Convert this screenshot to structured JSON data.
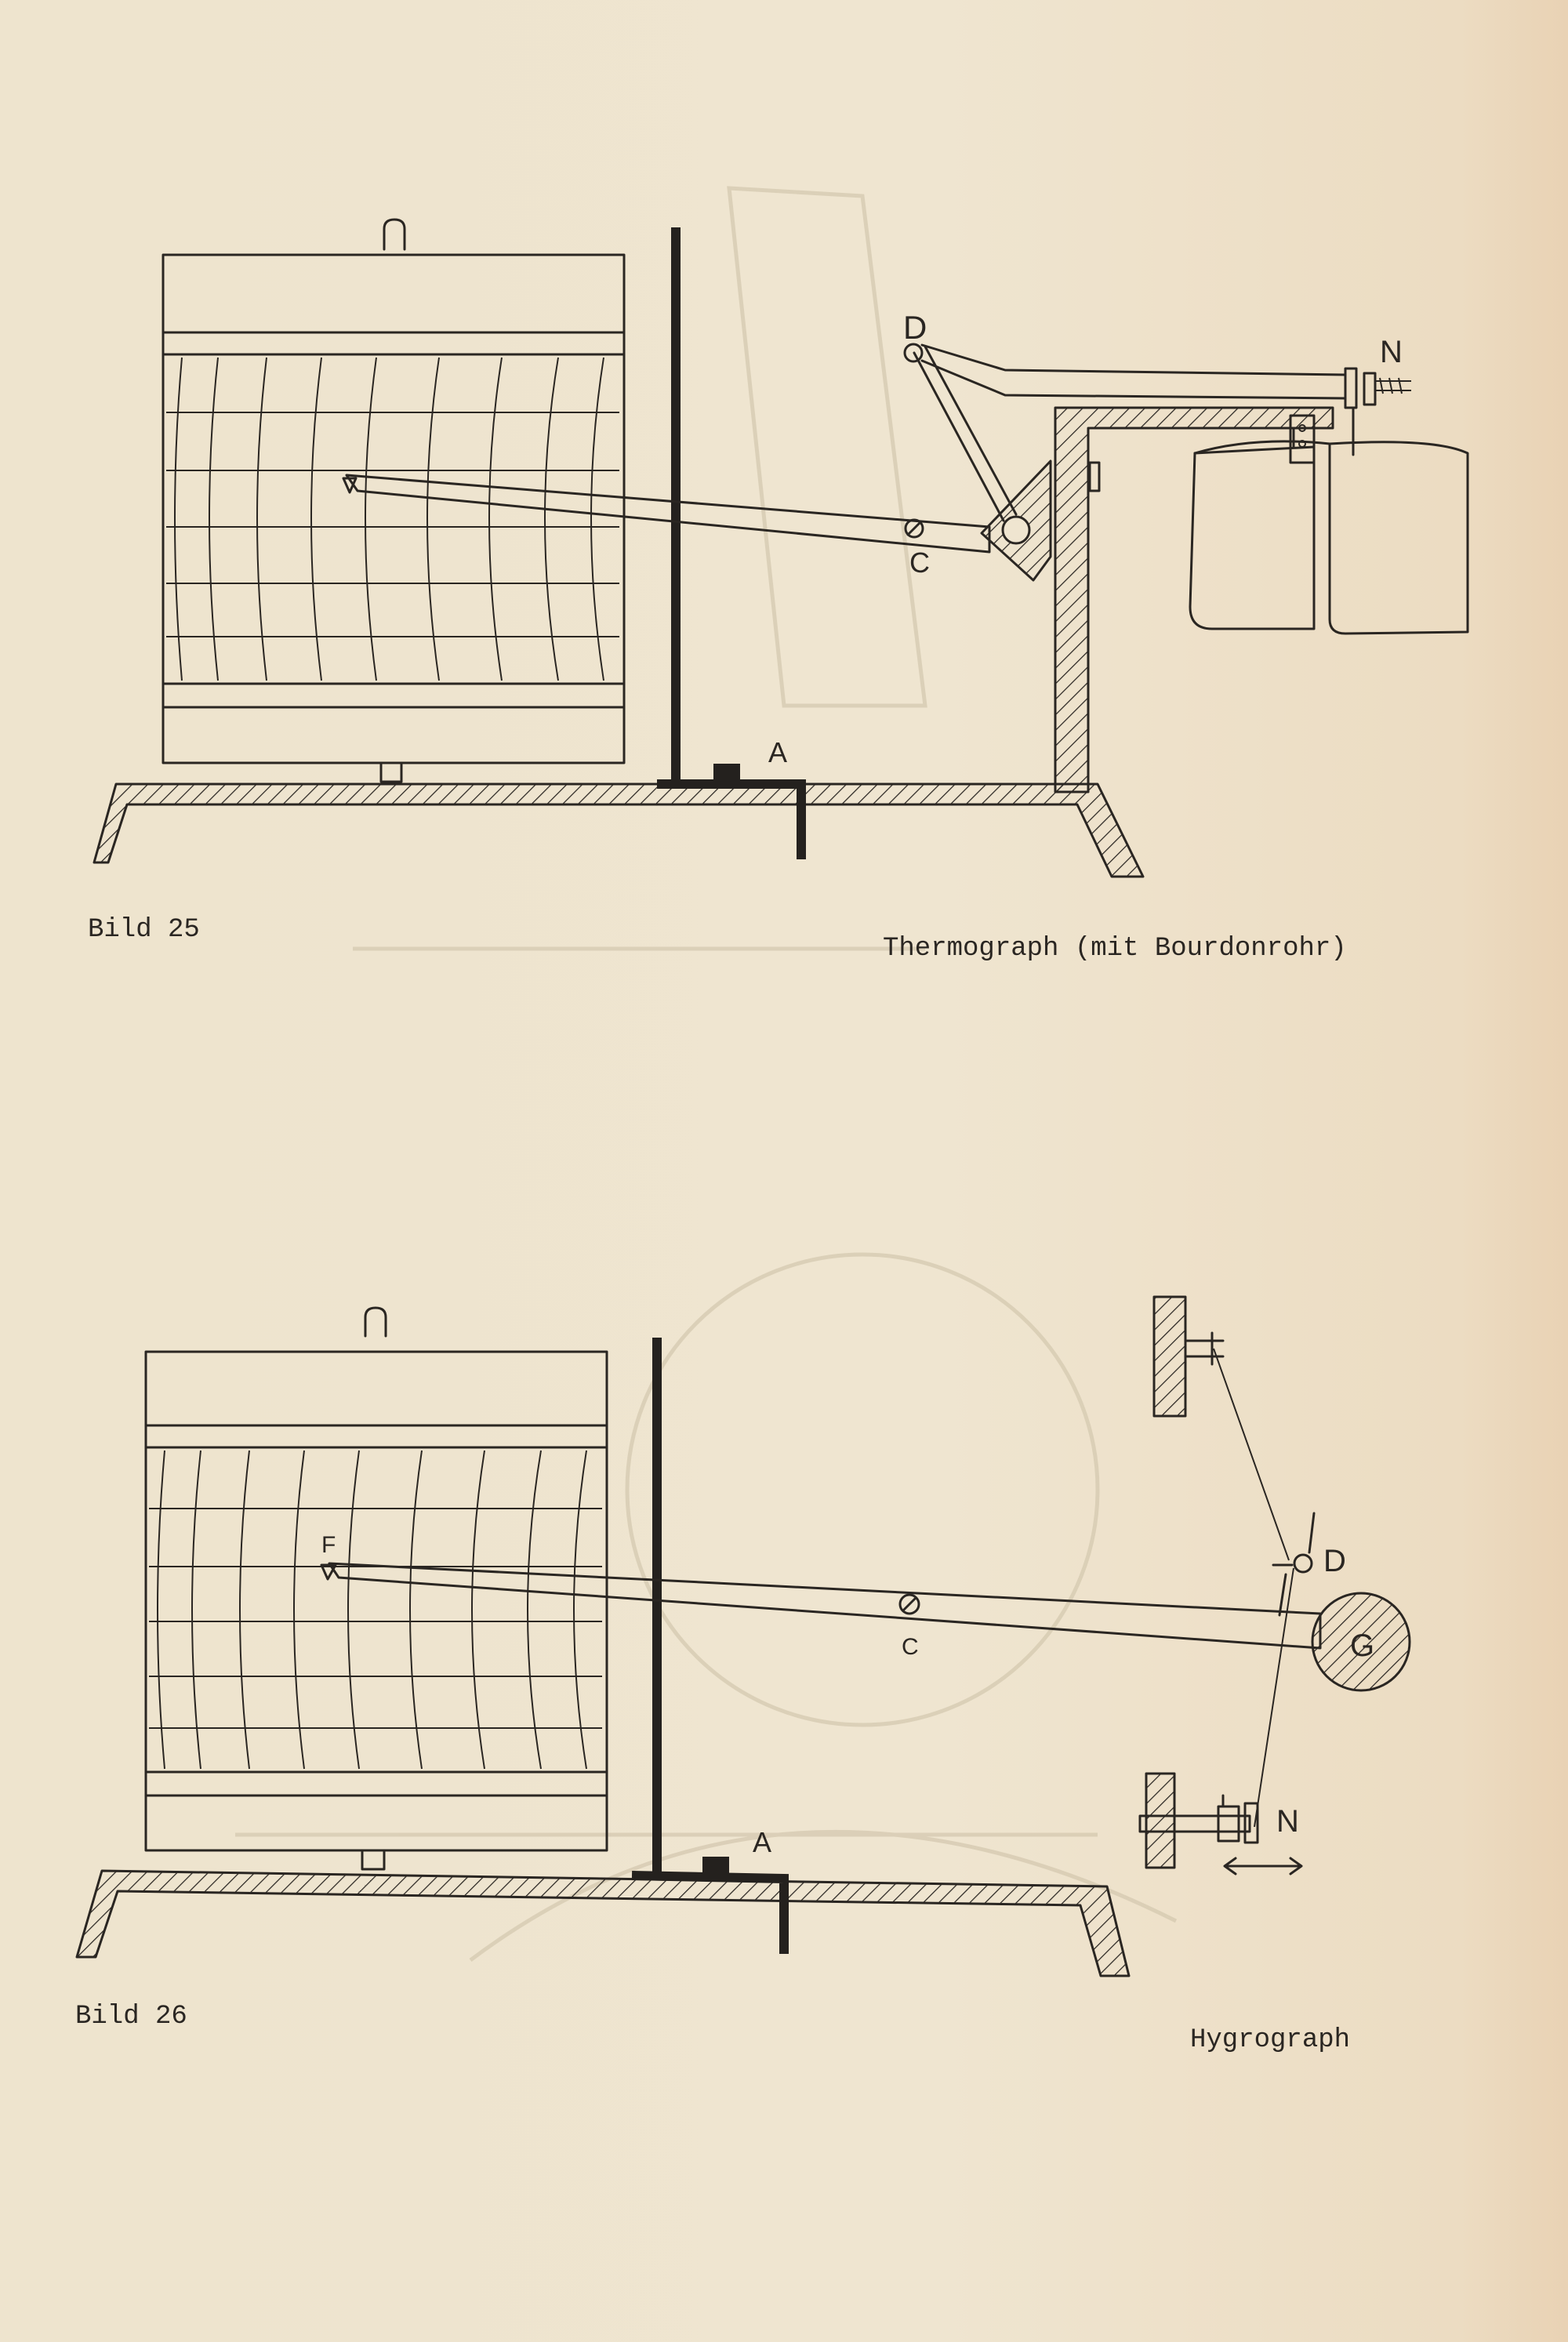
{
  "figure1": {
    "number_label": "Bild 25",
    "caption": "Thermograph (mit Bourdonrohr)",
    "part_labels": {
      "a": "A",
      "c": "C",
      "d": "D",
      "n": "N"
    }
  },
  "figure2": {
    "number_label": "Bild 26",
    "caption": "Hygrograph",
    "part_labels": {
      "a": "A",
      "c": "C",
      "d": "D",
      "f": "F",
      "g": "G",
      "n": "N"
    }
  },
  "colors": {
    "ink": "#2a2622",
    "paper": "#ede2cc"
  }
}
